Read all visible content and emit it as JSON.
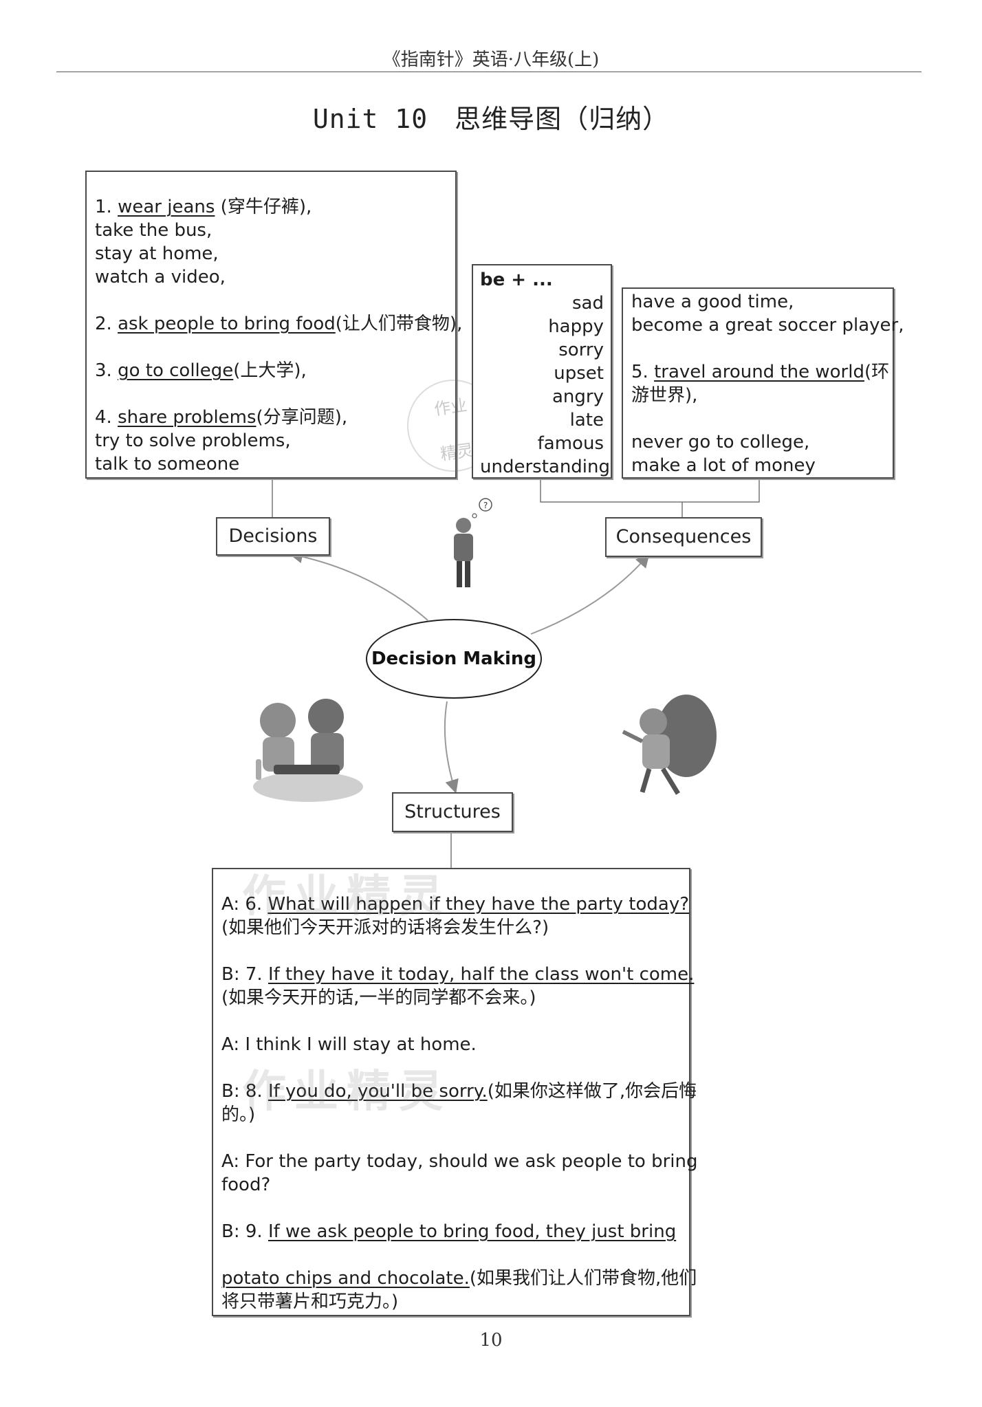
{
  "header": "《指南针》英语·八年级(上)",
  "title": "Unit 10　思维导图（归纳）",
  "decisions_box": {
    "lines": [
      {
        "num": "1. ",
        "u": "wear jeans",
        "rest": " (穿牛仔裤),"
      },
      {
        "text": "take the bus,"
      },
      {
        "text": "stay at home,"
      },
      {
        "text": "watch a video,"
      },
      {
        "num": "2. ",
        "u": "ask people to bring food",
        "rest": "(让人们带食物),"
      },
      {
        "num": "3. ",
        "u": "go to college",
        "rest": "(上大学),"
      },
      {
        "num": "4. ",
        "u": "share problems",
        "rest": "(分享问题),"
      },
      {
        "text": "try to solve problems,"
      },
      {
        "text": "talk to someone"
      }
    ]
  },
  "be_box": {
    "head": "be + ...",
    "words": [
      "sad",
      "happy",
      "sorry",
      "upset",
      "angry",
      "late",
      "famous",
      "understanding"
    ]
  },
  "consequences_box": {
    "l1": "have a good time,",
    "l2": "become a great soccer player,",
    "l3_num": "5. ",
    "l3_u": "travel around the world",
    "l3_rest": "(环",
    "l4": "游世界),",
    "l5": "never go to college,",
    "l6": "make a lot of money"
  },
  "labels": {
    "decisions": "Decisions",
    "consequences": "Consequences",
    "centre": "Decision Making",
    "structures": "Structures"
  },
  "structures_box": {
    "d1a_pre": "A: 6. ",
    "d1a_u": "What will happen if they have the party today?",
    "d1b": "(如果他们今天开派对的话将会发生什么?)",
    "d2a_pre": "B: 7. ",
    "d2a_u": "If they have it today, half the class won't come.",
    "d2b": "(如果今天开的话,一半的同学都不会来。)",
    "d3": "A: I think I will stay at home.",
    "d4a_pre": "B: 8. ",
    "d4a_u": "If you do, you'll be sorry.",
    "d4a_rest": "(如果你这样做了,你会后悔",
    "d4b": "的。)",
    "d5a": "A: For the party today, should we ask people to bring",
    "d5b": "food?",
    "d6a_pre": "B: 9. ",
    "d6a_u": "If we ask people to bring food, they just bring",
    "d6b_u": "potato chips and chocolate.",
    "d6b_rest": "(如果我们让人们带食物,他们",
    "d6c": "将只带薯片和巧克力。)"
  },
  "watermarks": {
    "stamp_top": "作业",
    "stamp_bottom": "精灵",
    "wm1": "作业精灵",
    "wm2": "作业精灵"
  },
  "page_number": "10",
  "colors": {
    "ink": "#1e1e1e",
    "border": "#4a4a4a",
    "figure": "#6b6b6b"
  }
}
